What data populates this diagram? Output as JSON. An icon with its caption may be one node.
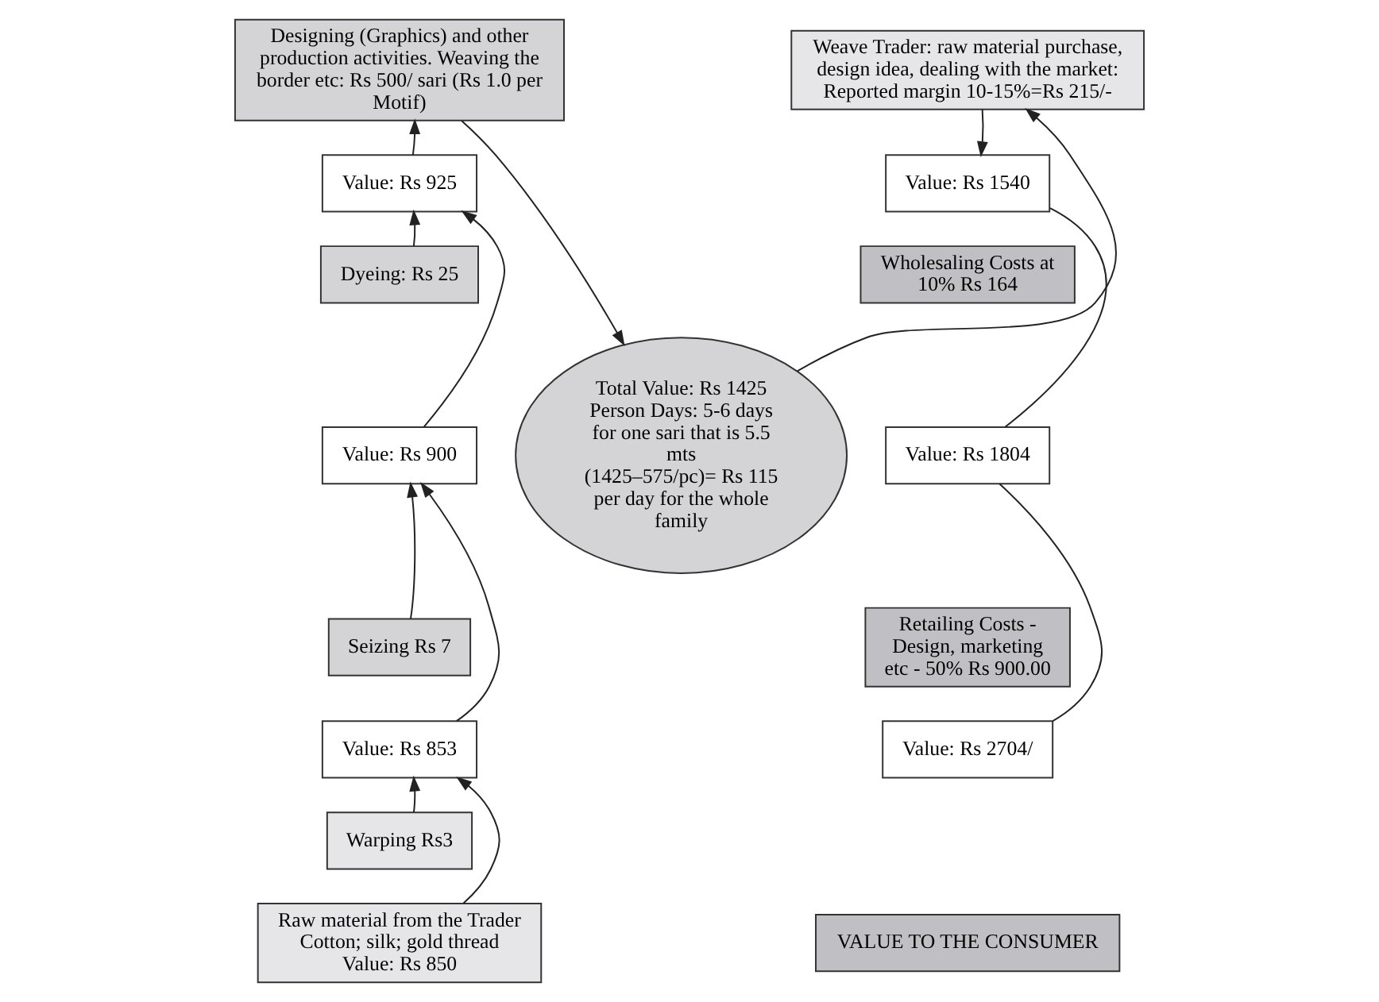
{
  "diagram": {
    "nodes": [
      {
        "text": [
          "Designing (Graphics) and other production activities. Weaving the border etc: Rs 500/ sari (Rs 1.0 per Motif)"
        ]
      },
      {
        "text": [
          "Weave Trader: raw material purchase, design idea, dealing with the market: Reported margin 10-15%=Rs 215/-"
        ]
      },
      {
        "text": [
          "Value: Rs 925"
        ]
      },
      {
        "text": [
          "Value: Rs 1540"
        ]
      },
      {
        "text": [
          "Dyeing: Rs 25"
        ]
      },
      {
        "text": [
          "Wholesaling Costs at 10% Rs 164"
        ]
      },
      {
        "text": [
          "Value: Rs 900"
        ]
      },
      {
        "text": [
          "Total Value: Rs 1425",
          "Person Days: 5-6 days for one sari that is 5.5 mts",
          "(1425–575/pc)= Rs 115 per day for the whole family"
        ]
      },
      {
        "text": [
          "Value: Rs 1804"
        ]
      },
      {
        "text": [
          "Seizing Rs 7"
        ]
      },
      {
        "text": [
          "Retailing Costs - Design, marketing etc - 50% Rs 900.00"
        ]
      },
      {
        "text": [
          "Value: Rs 853"
        ]
      },
      {
        "text": [
          "Value: Rs 2704/"
        ]
      },
      {
        "text": [
          "Warping Rs3"
        ]
      },
      {
        "text": [
          "Raw material from the Trader",
          "Cotton; silk; gold thread",
          "Value: Rs 850"
        ]
      },
      {
        "text": [
          "VALUE TO THE CONSUMER"
        ]
      }
    ],
    "edges": [
      {
        "from": 14,
        "to": 11,
        "arrow": "to"
      },
      {
        "from": 13,
        "to": 11,
        "arrow": "to"
      },
      {
        "from": 11,
        "to": 6,
        "arrow": "to"
      },
      {
        "from": 9,
        "to": 6,
        "arrow": "to"
      },
      {
        "from": 6,
        "to": 2,
        "arrow": "to"
      },
      {
        "from": 4,
        "to": 2,
        "arrow": "to"
      },
      {
        "from": 2,
        "to": 0,
        "arrow": "to"
      },
      {
        "from": 0,
        "to": 7,
        "arrow": "to"
      },
      {
        "from": 7,
        "to": 1,
        "arrow": "to"
      },
      {
        "from": 1,
        "to": 3,
        "arrow": "to"
      },
      {
        "from": 3,
        "to": 8,
        "arrow": "none"
      },
      {
        "from": 8,
        "to": 12,
        "arrow": "none"
      }
    ]
  }
}
